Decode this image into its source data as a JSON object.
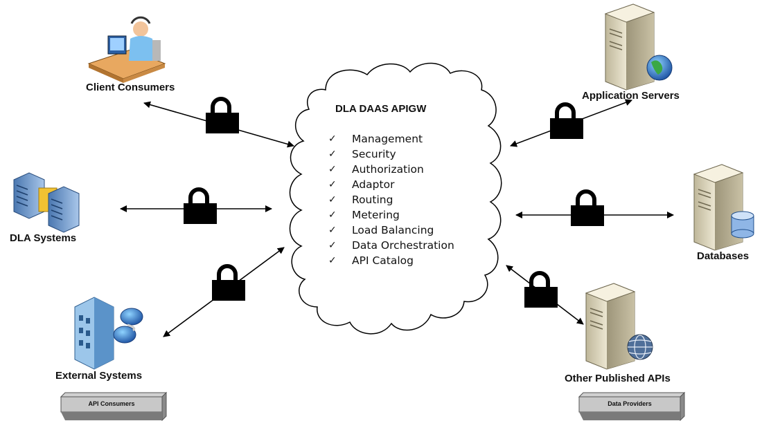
{
  "cloud": {
    "title": "DLA DAAS APIGW",
    "capabilities": [
      "Management",
      "Security",
      "Authorization",
      "Adaptor",
      "Routing",
      "Metering",
      "Load Balancing",
      "Data Orchestration",
      "API Catalog"
    ]
  },
  "nodes": {
    "client_consumers": "Client Consumers",
    "dla_systems": "DLA Systems",
    "external_systems": "External Systems",
    "application_servers": "Application Servers",
    "databases": "Databases",
    "other_published_apis": "Other Published APIs"
  },
  "groups": {
    "left": "API Consumers",
    "right": "Data Providers"
  },
  "icons": [
    "help-desk-icon",
    "server-rack-icon",
    "building-icon",
    "web-server-icon",
    "database-server-icon",
    "api-server-icon",
    "lock-icon",
    "check-icon"
  ]
}
